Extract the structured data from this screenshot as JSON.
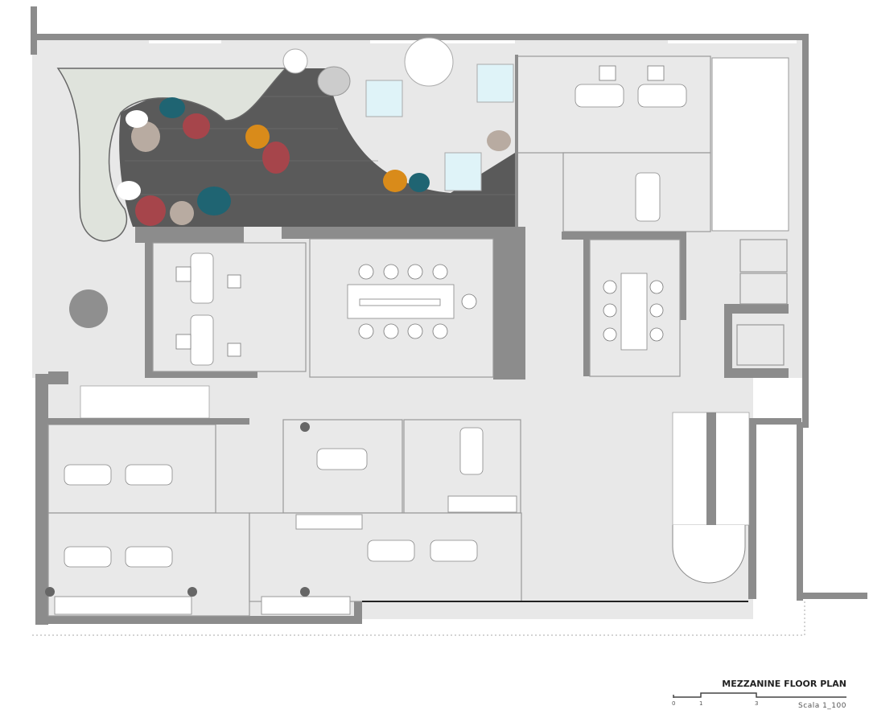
{
  "plan": {
    "title": "MEZZANINE FLOOR PLAN",
    "scale_label": "Scala 1_100",
    "scale_ticks": [
      "0",
      "1",
      "3"
    ]
  },
  "colors": {
    "wall": "#8c8c8c",
    "floor": "#e8e8e8",
    "lounge_deck": "#5a5a5a",
    "bench": "#dfe3dc",
    "teal": "#1f6472",
    "red": "#a6454b",
    "orange": "#d98b1a",
    "beige": "#b8aba1",
    "glass": "#dff3f8"
  }
}
